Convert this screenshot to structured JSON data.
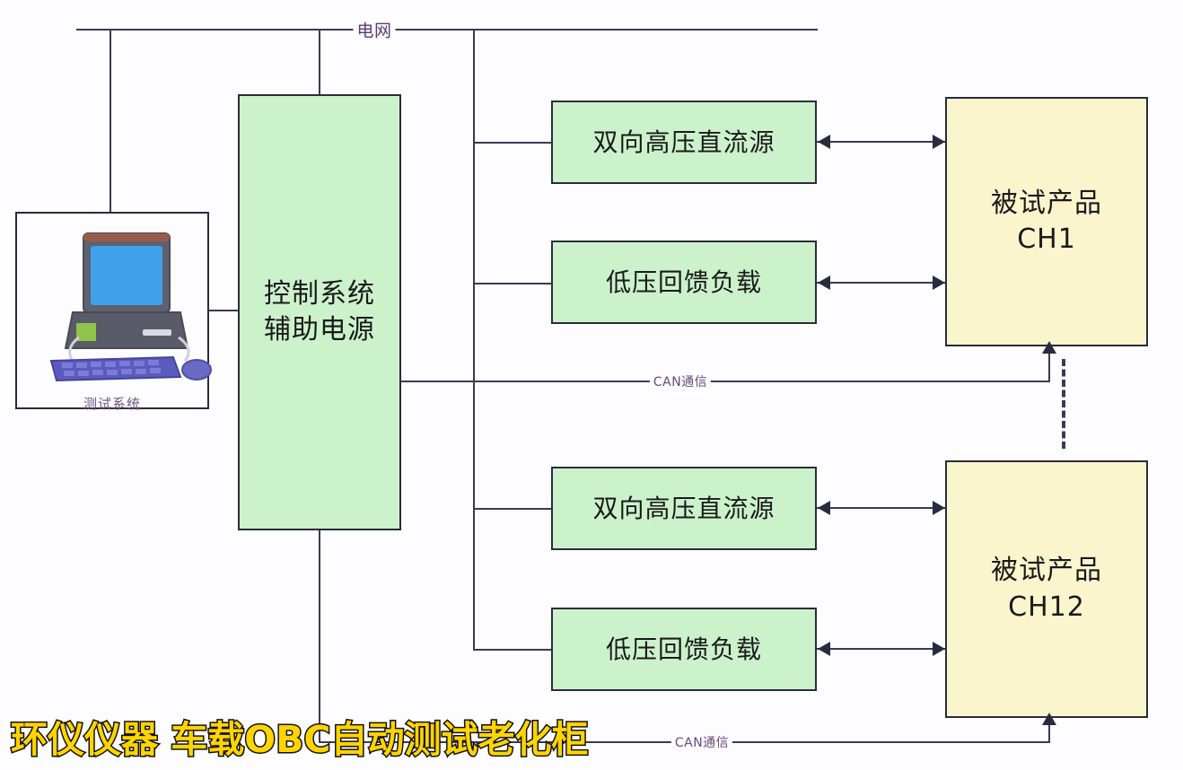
{
  "diagram": {
    "title_watermark": "环仪仪器 车载OBC自动测试老化柜",
    "grid_label": "电网",
    "can_label_top": "CAN通信",
    "can_label_bottom": "CAN通信",
    "colors": {
      "source_box": "#ccf2cc",
      "dut_box": "#fbf5cd",
      "wire": "#3c3a52",
      "wire_label_text": "#5b3a72",
      "watermark_fill": "#ffd400",
      "watermark_stroke": "#111111"
    },
    "nodes": {
      "test_system": {
        "label": "测试系统",
        "icon": "desktop-computer-icon"
      },
      "control_system": {
        "label": "控制系统\n辅助电源"
      },
      "dc_source_ch1": {
        "label": "双向高压直流源"
      },
      "lv_load_ch1": {
        "label": "低压回馈负载"
      },
      "dc_source_ch12": {
        "label": "双向高压直流源"
      },
      "lv_load_ch12": {
        "label": "低压回馈负载"
      },
      "dut_ch1": {
        "label": "被试产品\nCH1"
      },
      "dut_ch12": {
        "label": "被试产品\nCH12"
      }
    }
  }
}
